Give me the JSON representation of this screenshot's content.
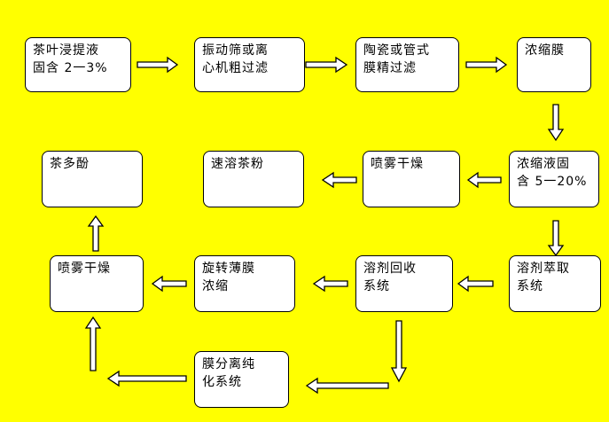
{
  "diagram": {
    "nodes": {
      "n1": [
        "茶叶浸提液",
        "固含 2一3%"
      ],
      "n2": [
        "振动筛或离",
        "心机粗过滤"
      ],
      "n3": [
        "陶瓷或管式",
        "膜精过滤"
      ],
      "n4": [
        "浓缩膜"
      ],
      "n5": [
        "浓缩液固",
        "含 5一20%"
      ],
      "n6": [
        "喷雾干燥"
      ],
      "n7": [
        "速溶茶粉"
      ],
      "n8": [
        "茶多酚"
      ],
      "n9": [
        "溶剂萃取",
        "系统"
      ],
      "n10": [
        "溶剂回收",
        "系统"
      ],
      "n11": [
        "旋转薄膜",
        "浓缩"
      ],
      "n12": [
        "喷雾干燥"
      ],
      "n13": [
        "膜分离纯",
        "化系统"
      ]
    },
    "edges": [
      [
        "n1",
        "n2"
      ],
      [
        "n2",
        "n3"
      ],
      [
        "n3",
        "n4"
      ],
      [
        "n4",
        "n5"
      ],
      [
        "n5",
        "n6"
      ],
      [
        "n6",
        "n7"
      ],
      [
        "n5",
        "n9"
      ],
      [
        "n9",
        "n10"
      ],
      [
        "n10",
        "n11"
      ],
      [
        "n11",
        "n12"
      ],
      [
        "n12",
        "n8"
      ],
      [
        "n10",
        "n13"
      ],
      [
        "n13",
        "n12"
      ]
    ]
  }
}
